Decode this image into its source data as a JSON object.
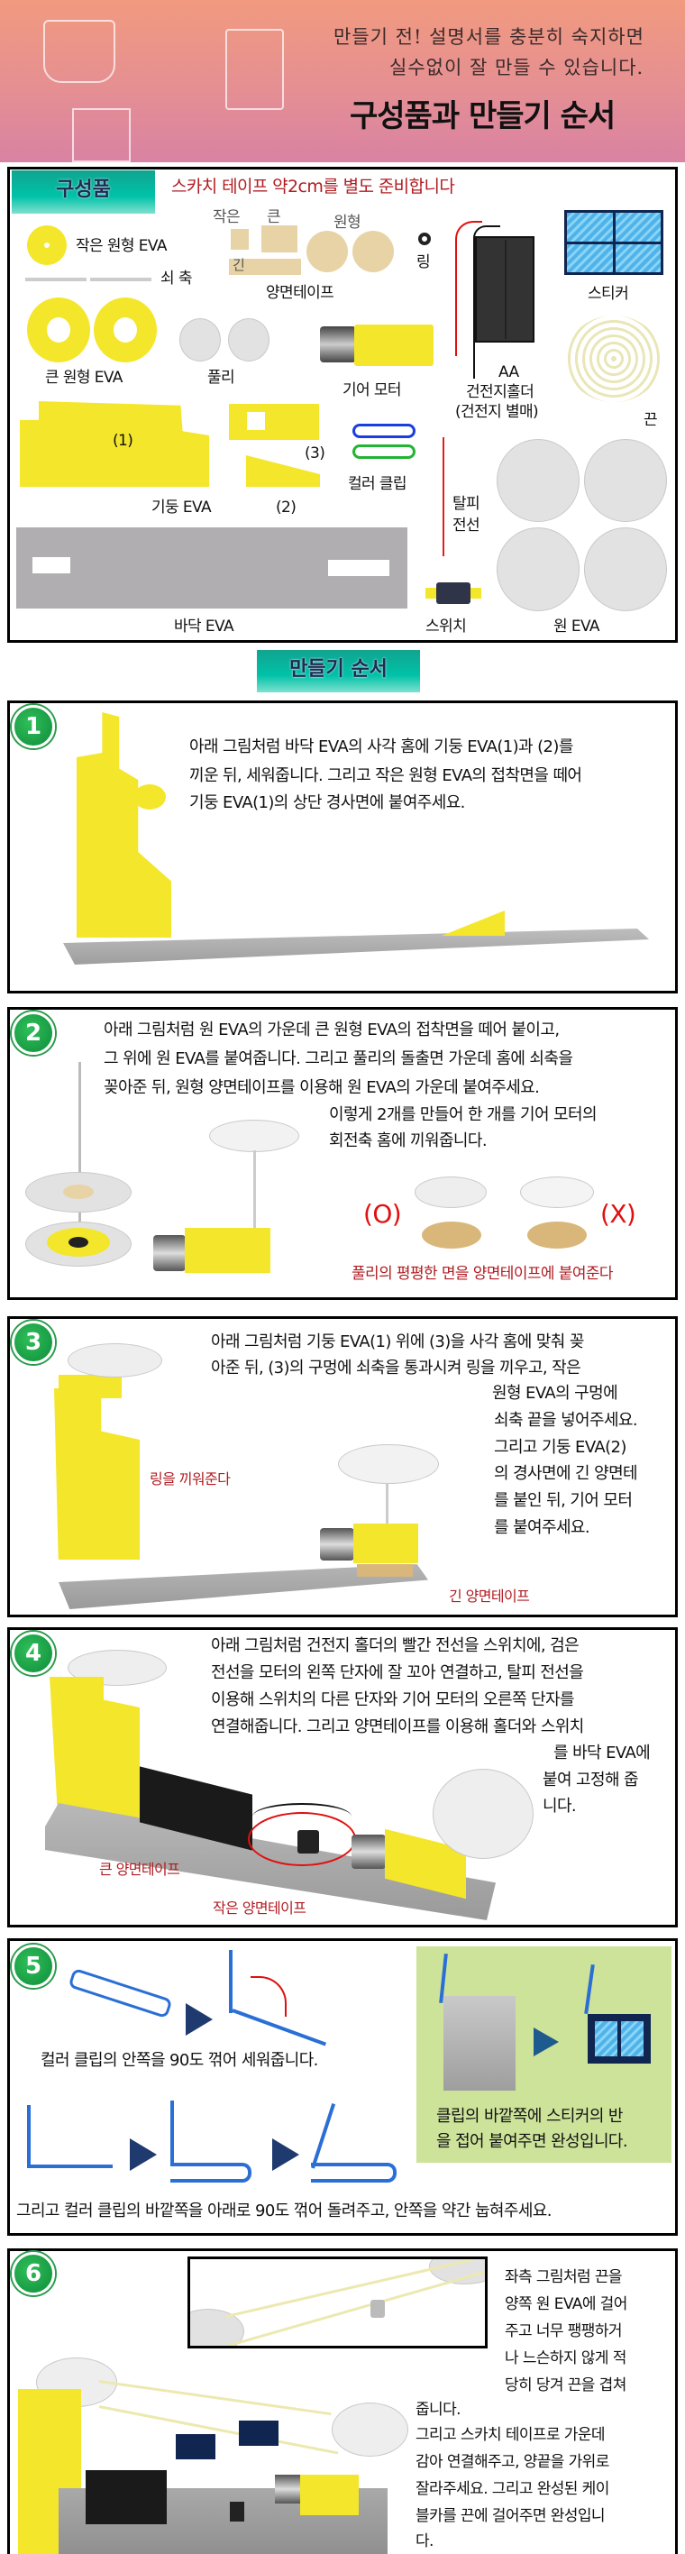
{
  "header": {
    "subtitle_lines": [
      "만들기 전! 설명서를 충분히 숙지하면",
      "실수없이 잘 만들 수 있습니다."
    ],
    "title": "구성품과 만들기 순서"
  },
  "parts": {
    "badge": "구성품",
    "notice": "스카치 테이프 약2cm를 별도 준비합니다",
    "items": {
      "small_eva": "작은 원형 EVA",
      "shaft": "쇠 축",
      "big_eva": "큰 원형 EVA",
      "pulley": "풀리",
      "tape_small": "작은",
      "tape_big": "큰",
      "tape_long": "긴",
      "tape_round": "원형",
      "tape": "양면테이프",
      "ring": "링",
      "battery_lines": [
        "AA",
        "건전지홀더",
        "(건전지 별매)"
      ],
      "sticker": "스티커",
      "string": "끈",
      "motor": "기어 모터",
      "pillar_1": "(1)",
      "pillar_2": "(2)",
      "pillar_3": "(3)",
      "pillar": "기둥 EVA",
      "clip": "컬러 클립",
      "wire_lines": [
        "탈피",
        "전선"
      ],
      "circle_eva": "원 EVA",
      "floor": "바닥 EVA",
      "switch": "스위치"
    }
  },
  "steps_badge": "만들기 순서",
  "steps": [
    {
      "number": "1",
      "lines": [
        "아래 그림처럼 바닥 EVA의 사각 홈에 기둥 EVA(1)과 (2)를",
        "끼운 뒤, 세워줍니다. 그리고 작은 원형 EVA의 접착면을 떼어",
        "기둥  EVA(1)의 상단 경사면에 붙여주세요."
      ]
    },
    {
      "number": "2",
      "lines": [
        "아래 그림처럼 원 EVA의 가운데 큰 원형 EVA의 접착면을 떼어 붙이고,",
        "그 위에 원 EVA를 붙여줍니다. 그리고 풀리의 돌출면 가운데 홈에 쇠축을",
        "꽂아준 뒤, 원형  양면테이프를 이용해 원 EVA의 가운데 붙여주세요.",
        "이렇게 2개를 만들어 한 개를 기어 모터의",
        "회전축 홈에 끼워줍니다."
      ],
      "ok": "(O)",
      "ng": "(X)",
      "caption": "풀리의 평평한 면을 양면테이프에 붙여준다"
    },
    {
      "number": "3",
      "lines": [
        "아래 그림처럼 기둥 EVA(1) 위에 (3)을 사각 홈에 맞춰 꽂",
        "아준 뒤, (3)의 구멍에 쇠축을 통과시켜 링을 끼우고, 작은",
        "원형 EVA의 구멍에",
        "쇠축 끝을 넣어주세요.",
        "그리고 기둥  EVA(2)",
        "의 경사면에 긴 양면테",
        "를 붙인 뒤, 기어 모터",
        "를 붙여주세요."
      ],
      "ring_note": "링을 끼워준다",
      "tape_note": "긴 양면테이프"
    },
    {
      "number": "4",
      "lines": [
        "아래 그림처럼 건전지 홀더의 빨간 전선을 스위치에, 검은",
        "전선을 모터의 왼쪽 단자에 잘 꼬아 연결하고, 탈피 전선을",
        "이용해 스위치의 다른 단자와 기어 모터의 오른쪽 단자를",
        "연결해줍니다. 그리고 양면테이프를 이용해 홀더와 스위치",
        "를 바닥 EVA에",
        "붙여 고정해 줍",
        "니다."
      ],
      "big_tape": "큰 양면테이프",
      "small_tape": "작은 양면테이프"
    },
    {
      "number": "5",
      "text_top": "컬러 클립의 안쪽을 90도 꺾어 세워줍니다.",
      "green_lines": [
        "클립의 바깥쪽에 스티커의 반",
        "을 접어 붙여주면 완성입니다."
      ],
      "text_bottom": "그리고 컬러 클립의 바깥쪽을 아래로 90도 꺾어 돌려주고, 안쪽을 약간 눕혀주세요."
    },
    {
      "number": "6",
      "lines": [
        "좌측 그림처럼 끈을",
        "양쪽 원 EVA에 걸어",
        "주고 너무 팽팽하거",
        "나 느슨하지 않게 적",
        "당히 당겨 끈을 겹쳐",
        "줍니다.",
        "그리고 스카치 테이프로 가운데",
        "감아 연결해주고, 양끝을 가위로",
        "잘라주세요. 그리고 완성된 케이",
        "블카를 끈에 걸어주면 완성입니",
        "다."
      ]
    }
  ]
}
